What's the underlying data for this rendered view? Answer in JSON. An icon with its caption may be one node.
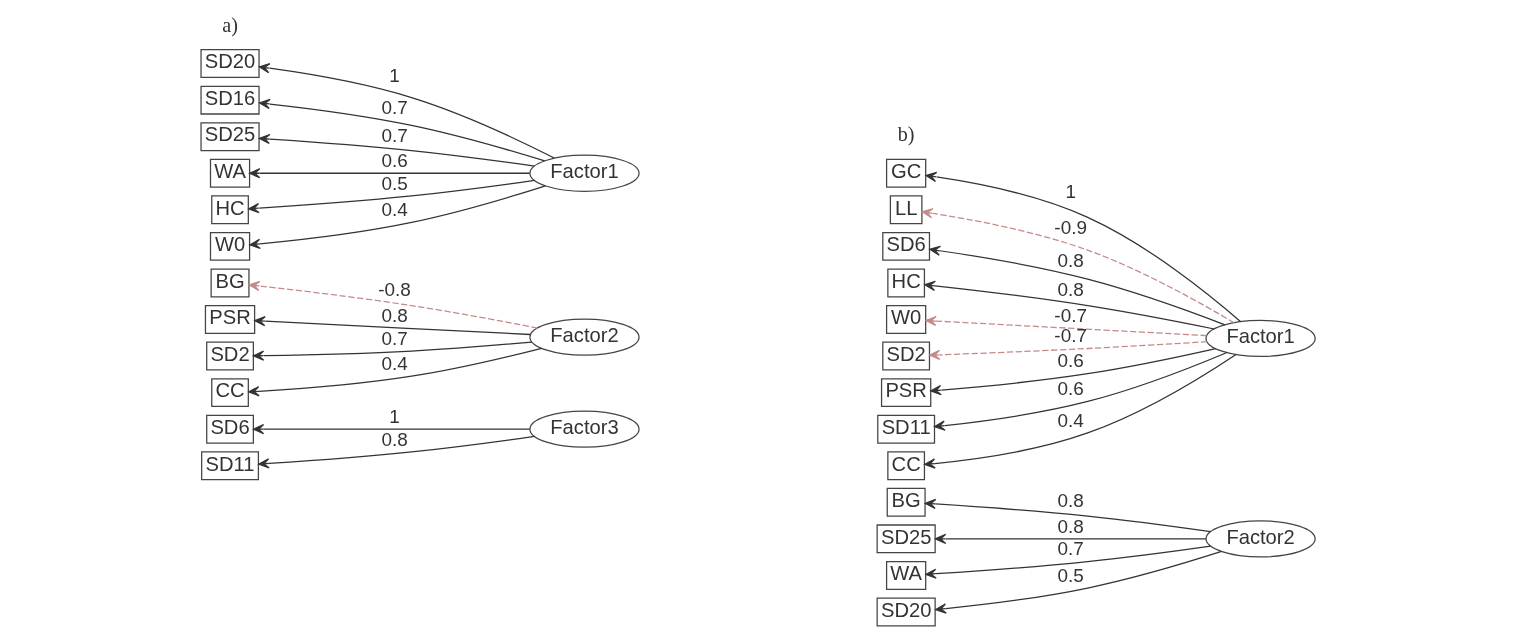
{
  "diagram": {
    "nodes": [
      {
        "text": [
          "SD20"
        ]
      },
      {
        "text": [
          "SD16"
        ]
      },
      {
        "text": [
          "SD25"
        ]
      },
      {
        "text": [
          "WA"
        ]
      },
      {
        "text": [
          "HC"
        ]
      },
      {
        "text": [
          "W0"
        ]
      },
      {
        "text": [
          "BG"
        ]
      },
      {
        "text": [
          "PSR"
        ]
      },
      {
        "text": [
          "SD2"
        ]
      },
      {
        "text": [
          "CC"
        ]
      },
      {
        "text": [
          "SD6"
        ]
      },
      {
        "text": [
          "SD11"
        ]
      },
      {
        "text": [
          "Factor1"
        ]
      },
      {
        "text": [
          "Factor2"
        ]
      },
      {
        "text": [
          "Factor3"
        ]
      },
      {
        "text": [
          "GC"
        ]
      },
      {
        "text": [
          "LL"
        ]
      },
      {
        "text": [
          "SD6"
        ]
      },
      {
        "text": [
          "HC"
        ]
      },
      {
        "text": [
          "W0"
        ]
      },
      {
        "text": [
          "SD2"
        ]
      },
      {
        "text": [
          "PSR"
        ]
      },
      {
        "text": [
          "SD11"
        ]
      },
      {
        "text": [
          "CC"
        ]
      },
      {
        "text": [
          "BG"
        ]
      },
      {
        "text": [
          "SD25"
        ]
      },
      {
        "text": [
          "WA"
        ]
      },
      {
        "text": [
          "SD20"
        ]
      },
      {
        "text": [
          "Factor1"
        ]
      },
      {
        "text": [
          "Factor2"
        ]
      }
    ],
    "edges": [
      {
        "from": 12,
        "to": 0,
        "arrow": "to",
        "label": "1"
      },
      {
        "from": 12,
        "to": 1,
        "arrow": "to",
        "label": "0.7"
      },
      {
        "from": 12,
        "to": 2,
        "arrow": "to",
        "label": "0.7"
      },
      {
        "from": 12,
        "to": 3,
        "arrow": "to",
        "label": "0.6"
      },
      {
        "from": 12,
        "to": 4,
        "arrow": "to",
        "label": "0.5"
      },
      {
        "from": 12,
        "to": 5,
        "arrow": "to",
        "label": "0.4"
      },
      {
        "from": 13,
        "to": 6,
        "arrow": "to",
        "label": "-0.8",
        "style": "dashed",
        "color": "#c48a8a"
      },
      {
        "from": 13,
        "to": 7,
        "arrow": "to",
        "label": "0.8"
      },
      {
        "from": 13,
        "to": 8,
        "arrow": "to",
        "label": "0.7"
      },
      {
        "from": 13,
        "to": 9,
        "arrow": "to",
        "label": "0.4"
      },
      {
        "from": 14,
        "to": 10,
        "arrow": "to",
        "label": "1"
      },
      {
        "from": 14,
        "to": 11,
        "arrow": "to",
        "label": "0.8"
      },
      {
        "from": 28,
        "to": 15,
        "arrow": "to",
        "label": "1"
      },
      {
        "from": 28,
        "to": 16,
        "arrow": "to",
        "label": "-0.9",
        "style": "dashed",
        "color": "#c48a8a"
      },
      {
        "from": 28,
        "to": 17,
        "arrow": "to",
        "label": "0.8"
      },
      {
        "from": 28,
        "to": 18,
        "arrow": "to",
        "label": "0.8"
      },
      {
        "from": 28,
        "to": 19,
        "arrow": "to",
        "label": "-0.7",
        "style": "dashed",
        "color": "#c48a8a"
      },
      {
        "from": 28,
        "to": 20,
        "arrow": "to",
        "label": "-0.7",
        "style": "dashed",
        "color": "#c48a8a"
      },
      {
        "from": 28,
        "to": 21,
        "arrow": "to",
        "label": "0.6"
      },
      {
        "from": 28,
        "to": 22,
        "arrow": "to",
        "label": "0.6"
      },
      {
        "from": 28,
        "to": 23,
        "arrow": "to",
        "label": "0.4"
      },
      {
        "from": 29,
        "to": 24,
        "arrow": "to",
        "label": "0.8"
      },
      {
        "from": 29,
        "to": 25,
        "arrow": "to",
        "label": "0.8"
      },
      {
        "from": 29,
        "to": 26,
        "arrow": "to",
        "label": "0.7"
      },
      {
        "from": 29,
        "to": 27,
        "arrow": "to",
        "label": "0.5"
      }
    ],
    "labels": [
      "a)",
      "b)"
    ]
  }
}
